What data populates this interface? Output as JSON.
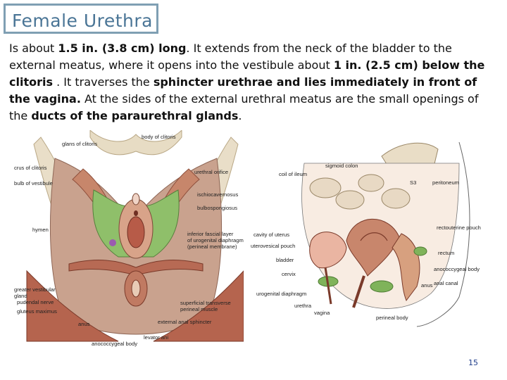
{
  "slide": {
    "title": "Female Urethra",
    "page_number": "15"
  },
  "paragraph": {
    "s1": "Is about ",
    "s2": "1.5 in. (3.8 cm) long",
    "s3": ". It extends from the neck of the bladder to the external meatus, where it opens into the vestibule about ",
    "s4": "1 in. (2.5 cm) below the clitoris",
    "s5": " . It traverses the ",
    "s6": "sphincter urethrae and lies immediately in front of the vagina.",
    "s7": " At the sides of the external urethral meatus are the small openings of the ",
    "s8": "ducts of the paraurethral glands",
    "s9": "."
  },
  "left_figure_labels": {
    "body_of_clitoris": "body of clitoris",
    "glans_of_clitoris": "glans of clitoris",
    "crus_of_clitoris": "crus of clitoris",
    "urethral_orifice": "urethral orifice",
    "bulb_of_vestibule": "bulb of vestibule",
    "ischiocavernosus": "ischiocavernosus",
    "bulbospongiosus": "bulbospongiosus",
    "hymen": "hymen",
    "inferior_fascial_1": "inferior fascial layer",
    "inferior_fascial_2": "of urogenital diaphragm",
    "inferior_fascial_3": "(perineal membrane)",
    "greater_vestibular_1": "greater vestibular",
    "greater_vestibular_2": "gland",
    "pudendal_nerve": "pudendal nerve",
    "gluteus_maximus": "gluteus maximus",
    "superficial_1": "superficial transverse",
    "superficial_2": "perineal muscle",
    "anus": "anus",
    "external_anal_sphincter": "external anal sphincter",
    "levator_ani": "levator ani",
    "anococcygeal_body": "anococcygeal body"
  },
  "right_figure_labels": {
    "sigmoid_colon": "sigmoid colon",
    "coil_of_ileum": "coil of ileum",
    "s3": "S3",
    "peritoneum": "peritoneum",
    "rectouterine_pouch": "rectouterine pouch",
    "cavity_of_uterus": "cavity of uterus",
    "uterovesical_pouch": "uterovesical pouch",
    "rectum": "rectum",
    "bladder": "bladder",
    "anococcygeal_body": "anococcygeal body",
    "cervix": "cervix",
    "anus": "anus",
    "anal_canal": "anal canal",
    "urogenital_diaphragm": "urogenital diaphragm",
    "urethra": "urethra",
    "vagina": "vagina",
    "perineal_body": "perineal body"
  }
}
